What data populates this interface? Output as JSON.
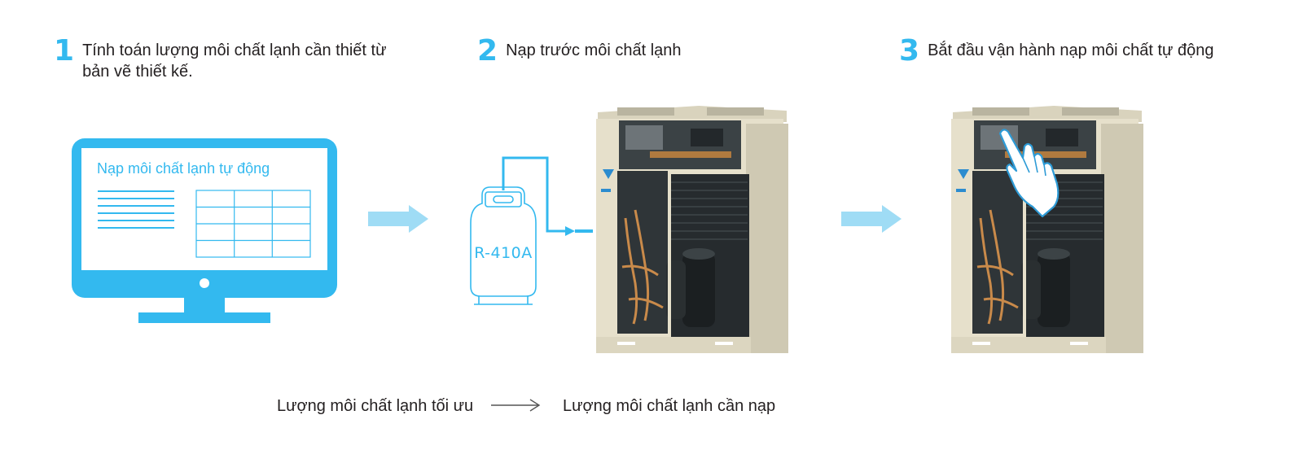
{
  "colors": {
    "accent": "#33b9ef",
    "arrow_light": "#9fdcf5",
    "unit_body": "#e6e0cb",
    "unit_dark": "#2b3033",
    "text": "#231f20"
  },
  "steps": [
    {
      "number": "1",
      "text": "Tính toán lượng môi chất lạnh cần thiết từ bản vẽ thiết kế."
    },
    {
      "number": "2",
      "text": "Nạp trước môi chất lạnh"
    },
    {
      "number": "3",
      "text": "Bắt đầu vận hành nạp môi chất tự động"
    }
  ],
  "monitor": {
    "title": "Nạp môi chất lạnh tự động",
    "icon": "monitor-icon"
  },
  "tank": {
    "label": "R-410A",
    "icon": "refrigerant-tank-icon"
  },
  "footer": {
    "left": "Lượng môi chất lạnh tối ưu",
    "right": "Lượng môi chất lạnh cần nạp"
  }
}
